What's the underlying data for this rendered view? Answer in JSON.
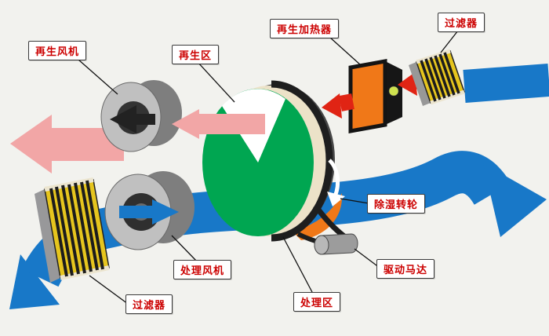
{
  "diagram": {
    "labels": {
      "regen_fan": "再生风机",
      "regen_zone": "再生区",
      "regen_heater": "再生加热器",
      "filter_top": "过滤器",
      "dehumid_wheel": "除湿转轮",
      "drive_motor": "驱动马达",
      "process_zone": "处理区",
      "process_fan": "处理风机",
      "filter_bottom": "过滤器"
    },
    "colors": {
      "background": "#f2f2ee",
      "process_air": "#1878c8",
      "regen_exhaust": "#f2a6a6",
      "hot_air": "#e02414",
      "wheel_face": "#00a651",
      "wheel_rim": "#ece2c8",
      "wheel_back": "#474747",
      "heater_body": "#f07818",
      "heater_frame": "#141414",
      "filter_media": "#e6c51e",
      "fan_body": "#c0c0c0",
      "label_text": "#cc0000",
      "label_border": "#3a3a3a",
      "label_bg": "#ffffff"
    }
  }
}
